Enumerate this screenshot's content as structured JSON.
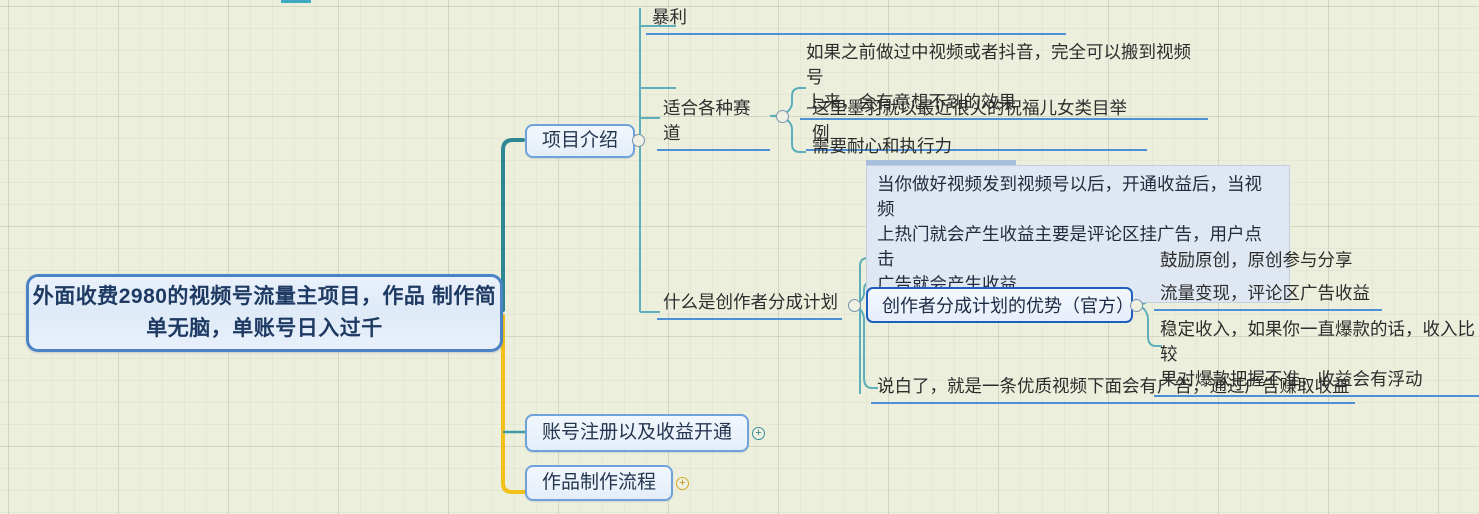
{
  "app": {
    "type": "mind-map",
    "background_color": "#edefdd",
    "grid": true
  },
  "colors": {
    "root_border": "#4b83c4",
    "topic_border": "#6fa2da",
    "underline": "#4d90d6",
    "branch_teal": "#3f9aa8",
    "branch_yellow": "#f2c018",
    "selection_border": "#1f5fbf",
    "note_fill": "#dfe7f2"
  },
  "root": {
    "label": "外面收费2980的视频号流量主项目，作品\n制作简单无脑，单账号日入过千"
  },
  "branches": [
    {
      "id": "project-intro",
      "label": "项目介绍",
      "handle": "collapse",
      "handle_symbol": "−",
      "children": [
        {
          "label": "适合批量操作，总的营造的中视频类目，比中视频更\n暴利",
          "truncated_top": true
        },
        {
          "label": "如果之前做过中视频或者抖音，完全可以搬到视频号\n上来，会有意想不到的效果"
        },
        {
          "label": "适合各种赛道",
          "handle": "collapse",
          "handle_symbol": "∘",
          "children": [
            {
              "label": "这里墨羽就以最近很火的祝福儿女类目举例"
            },
            {
              "label": "需要耐心和执行力"
            }
          ]
        },
        {
          "label": "当你做好视频发到视频号以后，开通收益后，当视频\n上热门就会产生收益主要是评论区挂广告，用户点击\n广告就会产生收益",
          "style": "note"
        },
        {
          "label": "什么是创作者分成计划",
          "handle": "collapse",
          "handle_symbol": "∘",
          "children": [
            {
              "label": "创作者分成计划的优势（官方）",
              "style": "selected",
              "handle": "collapse",
              "handle_symbol": "∘",
              "children": [
                {
                  "label": "鼓励原创，原创参与分享"
                },
                {
                  "label": "流量变现，评论区广告收益"
                },
                {
                  "label": "稳定收入，如果你一直爆款的话，收入比较\n果对爆款把握不准，收益会有浮动",
                  "truncated_right": true
                }
              ]
            },
            {
              "label": "说白了，就是一条优质视频下面会有广告，通过广告赚取收益"
            }
          ]
        }
      ]
    },
    {
      "id": "account-register",
      "label": "账号注册以及收益开通",
      "handle": "expand",
      "handle_symbol": "+",
      "handle_color": "teal"
    },
    {
      "id": "production-flow",
      "label": "作品制作流程",
      "handle": "expand",
      "handle_symbol": "+",
      "handle_color": "orange"
    }
  ]
}
